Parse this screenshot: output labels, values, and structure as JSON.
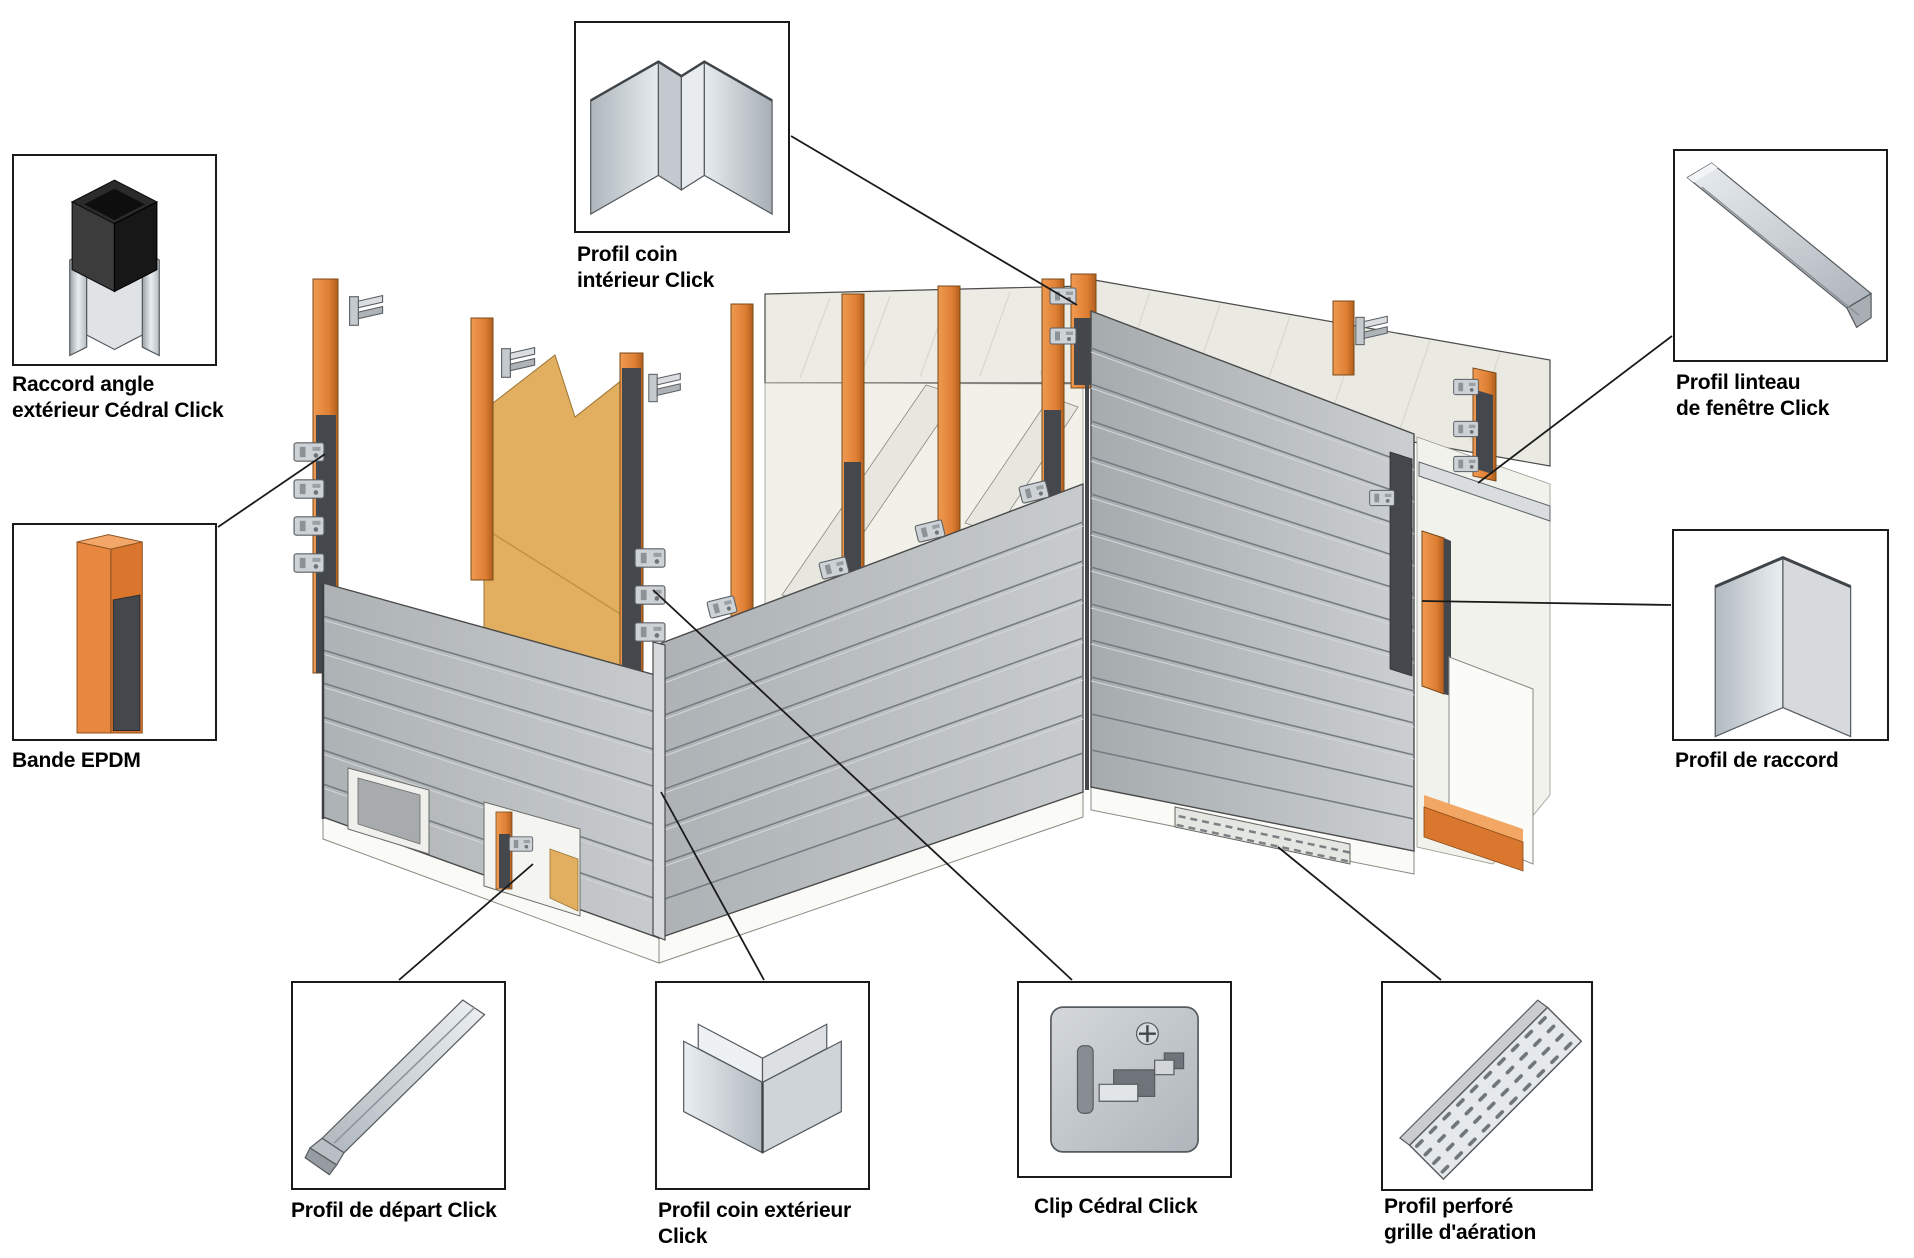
{
  "diagram": {
    "subject": "Système de bardage Cédral Click — vue 3D des composants de façade",
    "colors": {
      "batten_orange": "#DE7F33",
      "epdm_dark_grey": "#44484C",
      "insulation_yellow": "#E2AF60",
      "plank_grey": "#BCC0C2",
      "concrete_light": "#EAEAE3",
      "leader_line_black": "#1a1a1a"
    },
    "callouts": {
      "raccord_angle": {
        "line1": "Raccord angle",
        "line2": "extérieur Cédral Click"
      },
      "bande_epdm": {
        "line1": "Bande EPDM",
        "line2": ""
      },
      "coin_interieur": {
        "line1": "Profil coin",
        "line2": "intérieur Click"
      },
      "linteau": {
        "line1": "Profil linteau",
        "line2": "de fenêtre Click"
      },
      "raccord": {
        "line1": "Profil de raccord",
        "line2": ""
      },
      "depart": {
        "line1": "Profil de départ Click",
        "line2": ""
      },
      "coin_exterieur": {
        "line1": "Profil coin extérieur",
        "line2": "Click"
      },
      "clip": {
        "line1": "Clip Cédral Click",
        "line2": ""
      },
      "perfore": {
        "line1": "Profil perforé",
        "line2": "grille d'aération"
      }
    }
  }
}
